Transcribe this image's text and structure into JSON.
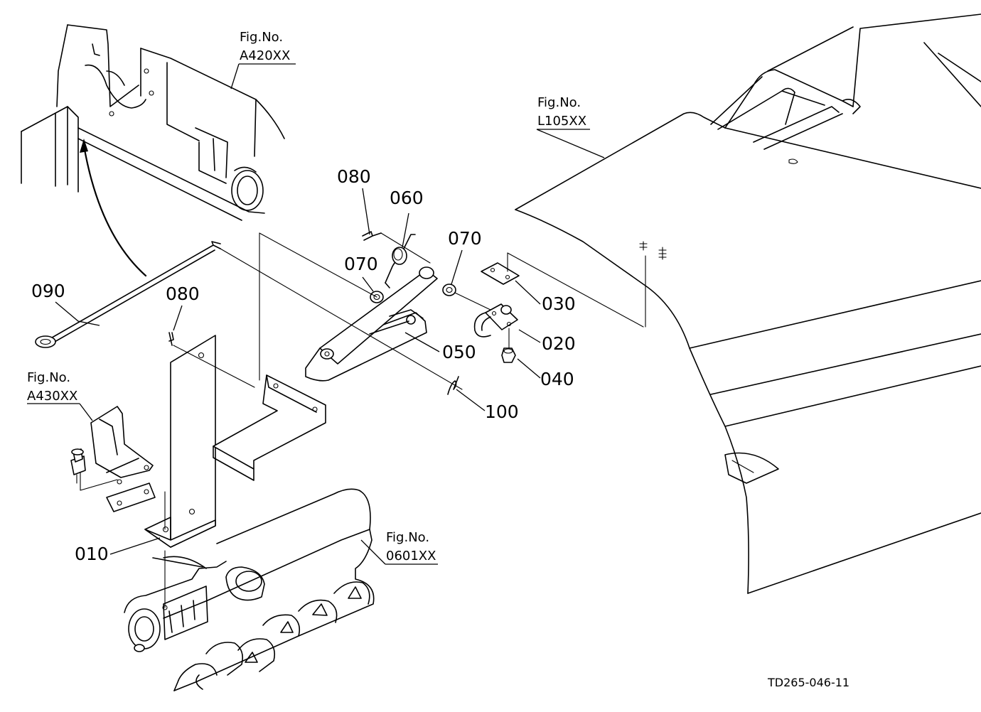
{
  "figure_references": {
    "upper_left": {
      "label": "Fig.No.",
      "code": "A420XX"
    },
    "upper_right": {
      "label": "Fig.No.",
      "code": "L105XX"
    },
    "left": {
      "label": "Fig.No.",
      "code": "A430XX"
    },
    "lower": {
      "label": "Fig.No.",
      "code": "0601XX"
    }
  },
  "parts": {
    "p010": "010",
    "p020": "020",
    "p030": "030",
    "p040": "040",
    "p050": "050",
    "p060": "060",
    "p070_left": "070",
    "p070_right": "070",
    "p080_upper": "080",
    "p080_lower": "080",
    "p090": "090",
    "p100": "100"
  },
  "drawing_code": "TD265-046-11"
}
